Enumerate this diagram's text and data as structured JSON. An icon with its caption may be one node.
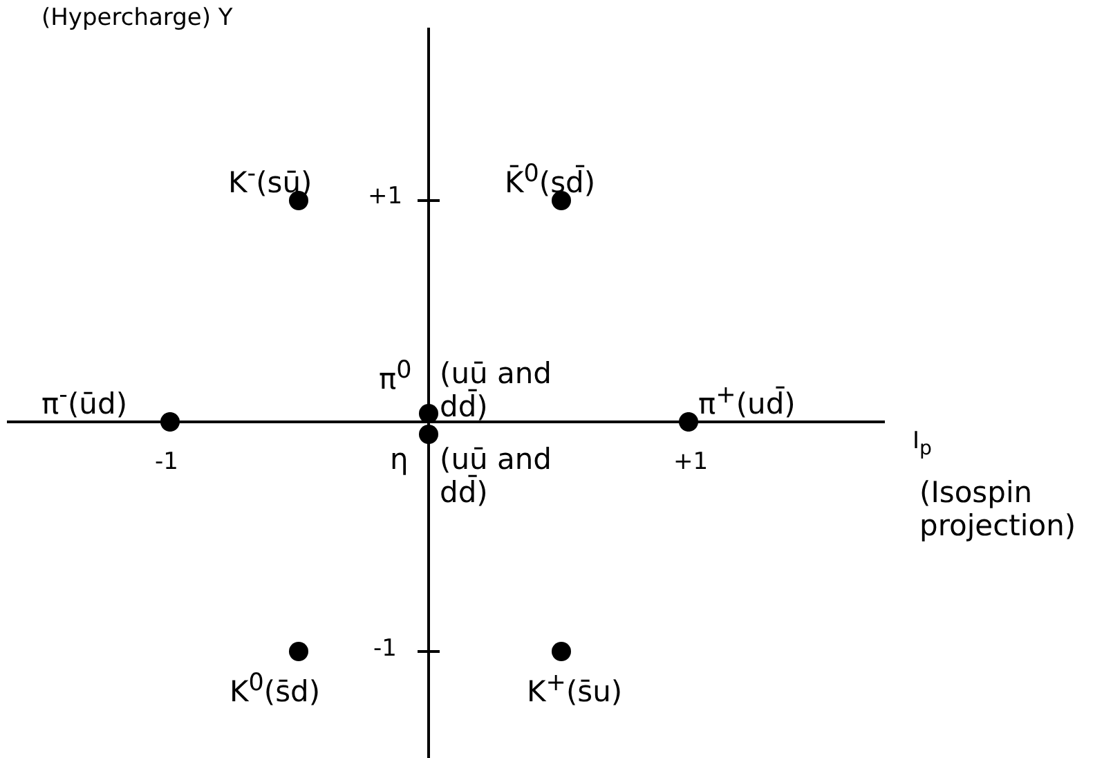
{
  "diagram": {
    "nodes": [
      {
        "text": [],
        "shape": "circle",
        "beside": [
          "K$^{-}$(sū)"
        ]
      },
      {
        "text": [],
        "shape": "circle",
        "beside": [
          "K̄$^{0}$(sd̄)"
        ]
      },
      {
        "text": [],
        "shape": "circle",
        "beside": [
          "π$^{-}$(ūd)"
        ]
      },
      {
        "text": [],
        "shape": "circle",
        "beside": [
          "π$^{0}$",
          "(uū and dd̄)"
        ]
      },
      {
        "text": [],
        "shape": "circle",
        "beside": [
          "η",
          "(uū and dd̄)"
        ]
      },
      {
        "text": [],
        "shape": "circle",
        "beside": [
          "π$^{+}$(ud̄)"
        ]
      },
      {
        "text": [],
        "shape": "circle",
        "beside": [
          "K$^{0}$(s̄d)"
        ]
      },
      {
        "text": [],
        "shape": "circle",
        "beside": [
          "K$^{+}$(s̄u)"
        ]
      }
    ],
    "edges": [],
    "labels": [
      "(Hypercharge) Y",
      "+1",
      "-1",
      "+1",
      "I$_{p}$",
      "(Isospin projection)",
      "-1"
    ]
  }
}
